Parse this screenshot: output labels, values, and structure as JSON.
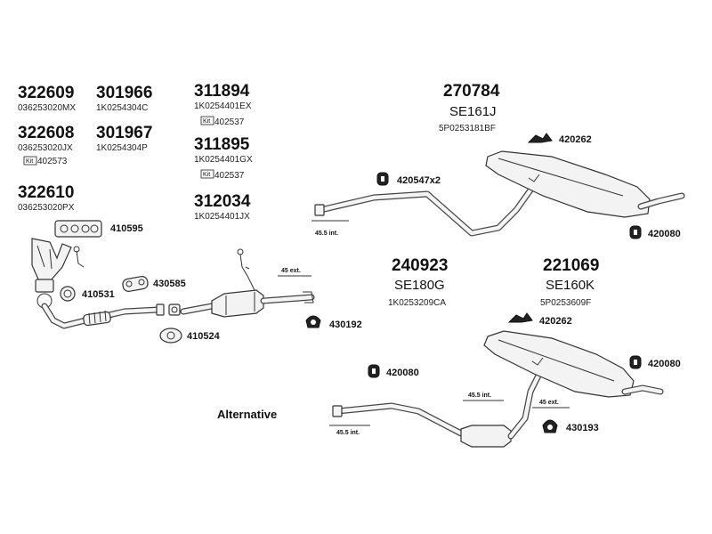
{
  "parts_left": [
    {
      "number": "322609",
      "ref": "036253020MX"
    },
    {
      "number": "301966",
      "ref": "1K0254304C"
    },
    {
      "number": "322608",
      "ref": "036253020JX",
      "kit": "402573"
    },
    {
      "number": "301967",
      "ref": "1K0254304P"
    },
    {
      "number": "322610",
      "ref": "036253020PX"
    }
  ],
  "parts_mid": [
    {
      "number": "311894",
      "ref": "1K0254401EX",
      "kit": "402537"
    },
    {
      "number": "311895",
      "ref": "1K0254401GX",
      "kit": "402537"
    },
    {
      "number": "312034",
      "ref": "1K0254401JX"
    }
  ],
  "kit_label": "Kit",
  "rear_top": {
    "number": "270784",
    "code": "SE161J",
    "ref": "5P0253181BF"
  },
  "center": {
    "number": "240923",
    "code": "SE180G",
    "ref": "1K0253209CA"
  },
  "rear_bottom": {
    "number": "221069",
    "code": "SE160K",
    "ref": "5P0253609F"
  },
  "callouts": {
    "c410595": "410595",
    "c410531": "410531",
    "c430585": "430585",
    "c410524": "410524",
    "c430192": "430192",
    "c420262_top": "420262",
    "c420547": "420547x2",
    "c420080_top": "420080",
    "c420262_bottom": "420262",
    "c420080_left": "420080",
    "c420080_right": "420080",
    "c430193": "430193"
  },
  "dimensions": {
    "d_45ext_front": "45 ext.",
    "d_455int_top": "45.5 int.",
    "d_455int_mid": "45.5 int.",
    "d_45ext_bottom": "45 ext.",
    "d_455int_bottom": "45.5 int."
  },
  "alternative_label": "Alternative"
}
